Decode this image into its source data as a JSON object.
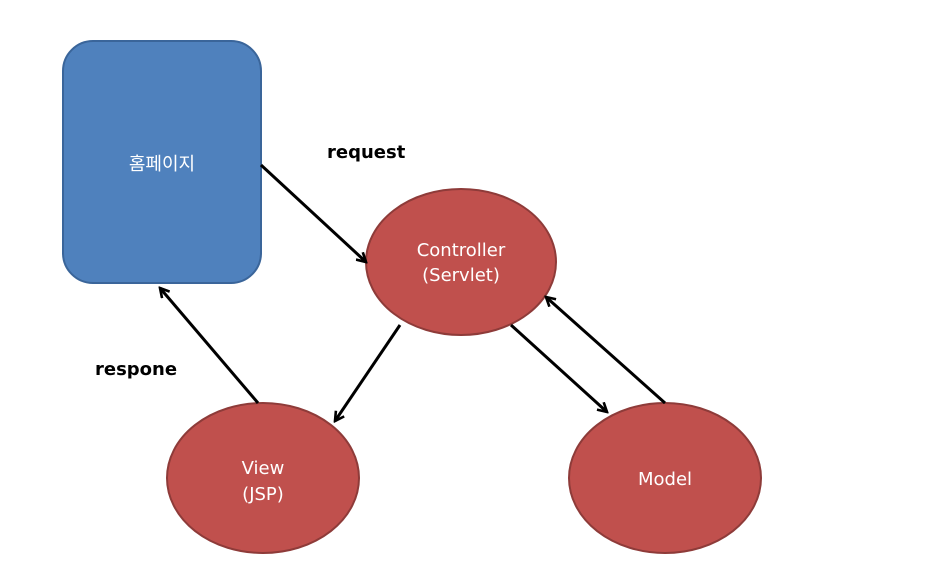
{
  "colors": {
    "homepage_fill": "#4F81BD",
    "homepage_stroke": "#3A659A",
    "ellipse_fill": "#C0504D",
    "ellipse_stroke": "#8E3B39",
    "arrow": "#000000"
  },
  "nodes": {
    "homepage": {
      "label": "홈페이지"
    },
    "controller": {
      "line1": "Controller",
      "line2": "(Servlet)"
    },
    "view": {
      "line1": "View",
      "line2": "(JSP)"
    },
    "model": {
      "label": "Model"
    }
  },
  "edges": {
    "request_label": "request",
    "response_label": "respone"
  }
}
